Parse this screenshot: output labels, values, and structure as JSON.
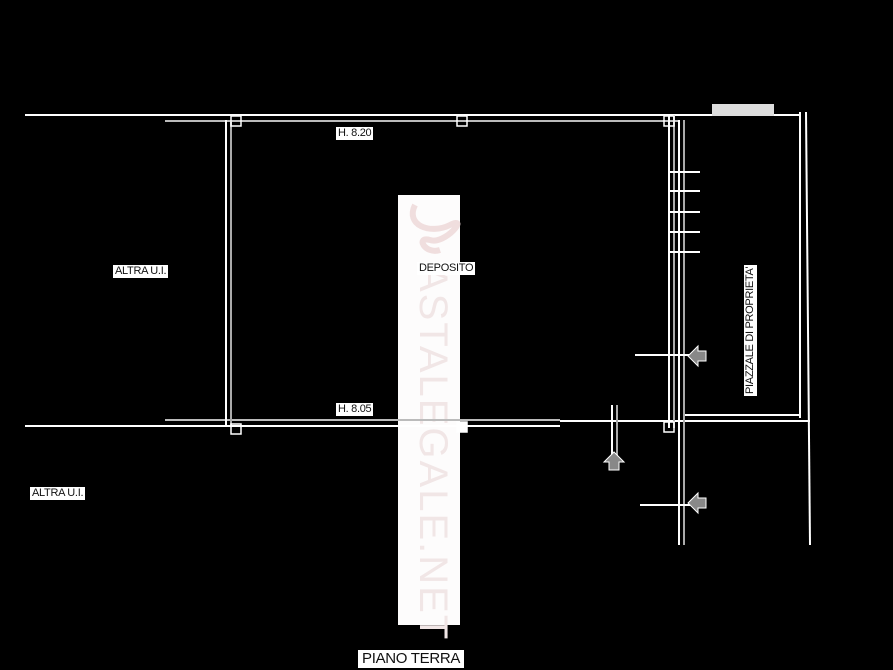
{
  "plan": {
    "title": "PIANO TERRA",
    "rooms": [
      {
        "id": "deposito",
        "label": "DEPOSITO"
      },
      {
        "id": "altra-ui-top",
        "label": "ALTRA U.I."
      },
      {
        "id": "altra-ui-bottom",
        "label": "ALTRA U.I."
      },
      {
        "id": "piazzale",
        "label": "PIAZZALE DI PROPRIETA'"
      }
    ],
    "heights": {
      "top": "H. 8.20",
      "bottom": "H. 8.05"
    },
    "watermark": "ASTALEGALE.NET",
    "colors": {
      "background": "#000000",
      "wall": "#ffffff",
      "wall_shade": "#9a9a9a",
      "label_bg": "#ffffff",
      "label_text": "#111111",
      "watermark": "#f1e6e6"
    }
  }
}
